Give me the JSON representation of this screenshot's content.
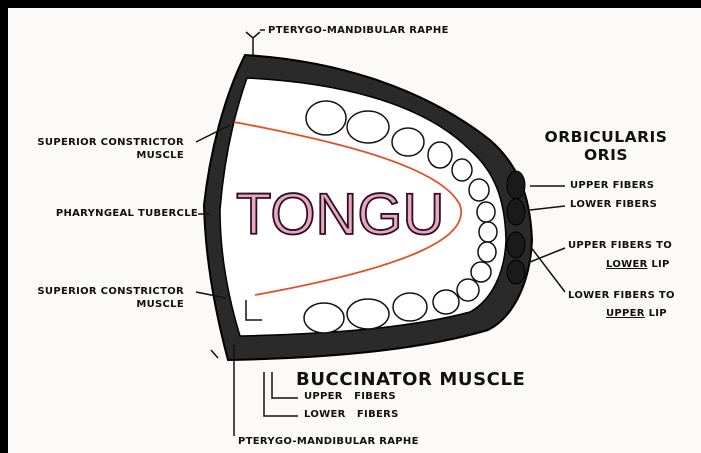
{
  "labels": {
    "pterygo_top": "PTERYGO-MANDIBULAR RAPHE",
    "pterygo_bottom": "PTERYGO-MANDIBULAR RAPHE",
    "sup_constrictor_upper_1": "SUPERIOR CONSTRICTOR",
    "sup_constrictor_upper_2": "MUSCLE",
    "pharyngeal_tubercle": "PHARYNGEAL TUBERCLE",
    "sup_constrictor_lower_1": "SUPERIOR CONSTRICTOR",
    "sup_constrictor_lower_2": "MUSCLE",
    "tongue": "TONGUE",
    "orbicularis_1": "ORBICULARIS",
    "orbicularis_2": "ORIS",
    "upper_fibers": "UPPER FIBERS",
    "lower_fibers": "LOWER FIBERS",
    "upper_fibers_to": "UPPER FIBERS TO",
    "lower_lip_word": "LOWER",
    "lower_lip_suffix": " LIP",
    "lower_fibers_to": "LOWER FIBERS TO",
    "upper_lip_word": "UPPER",
    "upper_lip_suffix": " LIP",
    "buccinator": "BUCCINATOR MUSCLE",
    "bucc_upper": "UPPER   FIBERS",
    "bucc_lower": "LOWER   FIBERS"
  },
  "colors": {
    "tongue_fill": "#e8a6c4",
    "tongue_outline": "#2a1020",
    "tongue_curve": "#e2502a",
    "ink": "#111111"
  }
}
